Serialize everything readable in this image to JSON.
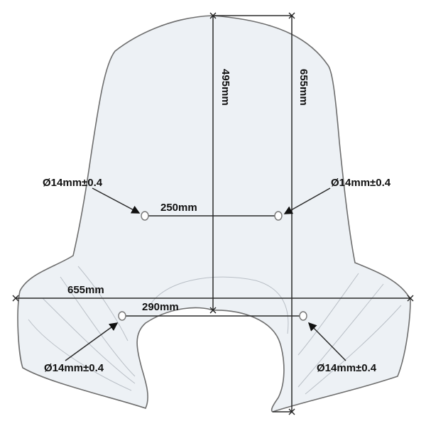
{
  "diagram": {
    "subject": "windshield",
    "dimensions": {
      "height_center": "495mm",
      "height_total": "655mm",
      "width_total": "655mm",
      "upper_hole_spacing": "250mm",
      "lower_hole_spacing": "290mm"
    },
    "holes": {
      "upper_left": "Ø14mm±0.4",
      "upper_right": "Ø14mm±0.4",
      "lower_left": "Ø14mm±0.4",
      "lower_right": "Ø14mm±0.4"
    },
    "colors": {
      "fill": "#edf1f5",
      "outline": "#6e6e6e",
      "lines": "#2a2a2a"
    }
  }
}
